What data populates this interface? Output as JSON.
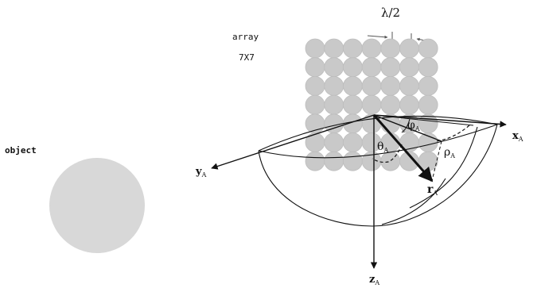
{
  "object_panel": {
    "label": "object"
  },
  "array_panel": {
    "caption_line1": "array",
    "caption_line2": "7X7",
    "spacing_label": "λ/2",
    "rows": 7,
    "cols": 7
  },
  "axes": {
    "x": {
      "main": "x",
      "sub": "A"
    },
    "y": {
      "main": "y",
      "sub": "A"
    },
    "z": {
      "main": "z",
      "sub": "A"
    },
    "r": {
      "main": "r",
      "sub": "A"
    }
  },
  "angles": {
    "theta": {
      "main": "θ",
      "sub": "A"
    },
    "phi": {
      "main": "φ",
      "sub": "A"
    },
    "rho": {
      "main": "ρ",
      "sub": "A"
    }
  },
  "colors": {
    "ink": "#111111",
    "element_fill": "#c9c9c9",
    "element_edge": "#bdbdbd",
    "object_fill": "#d8d8d8"
  }
}
